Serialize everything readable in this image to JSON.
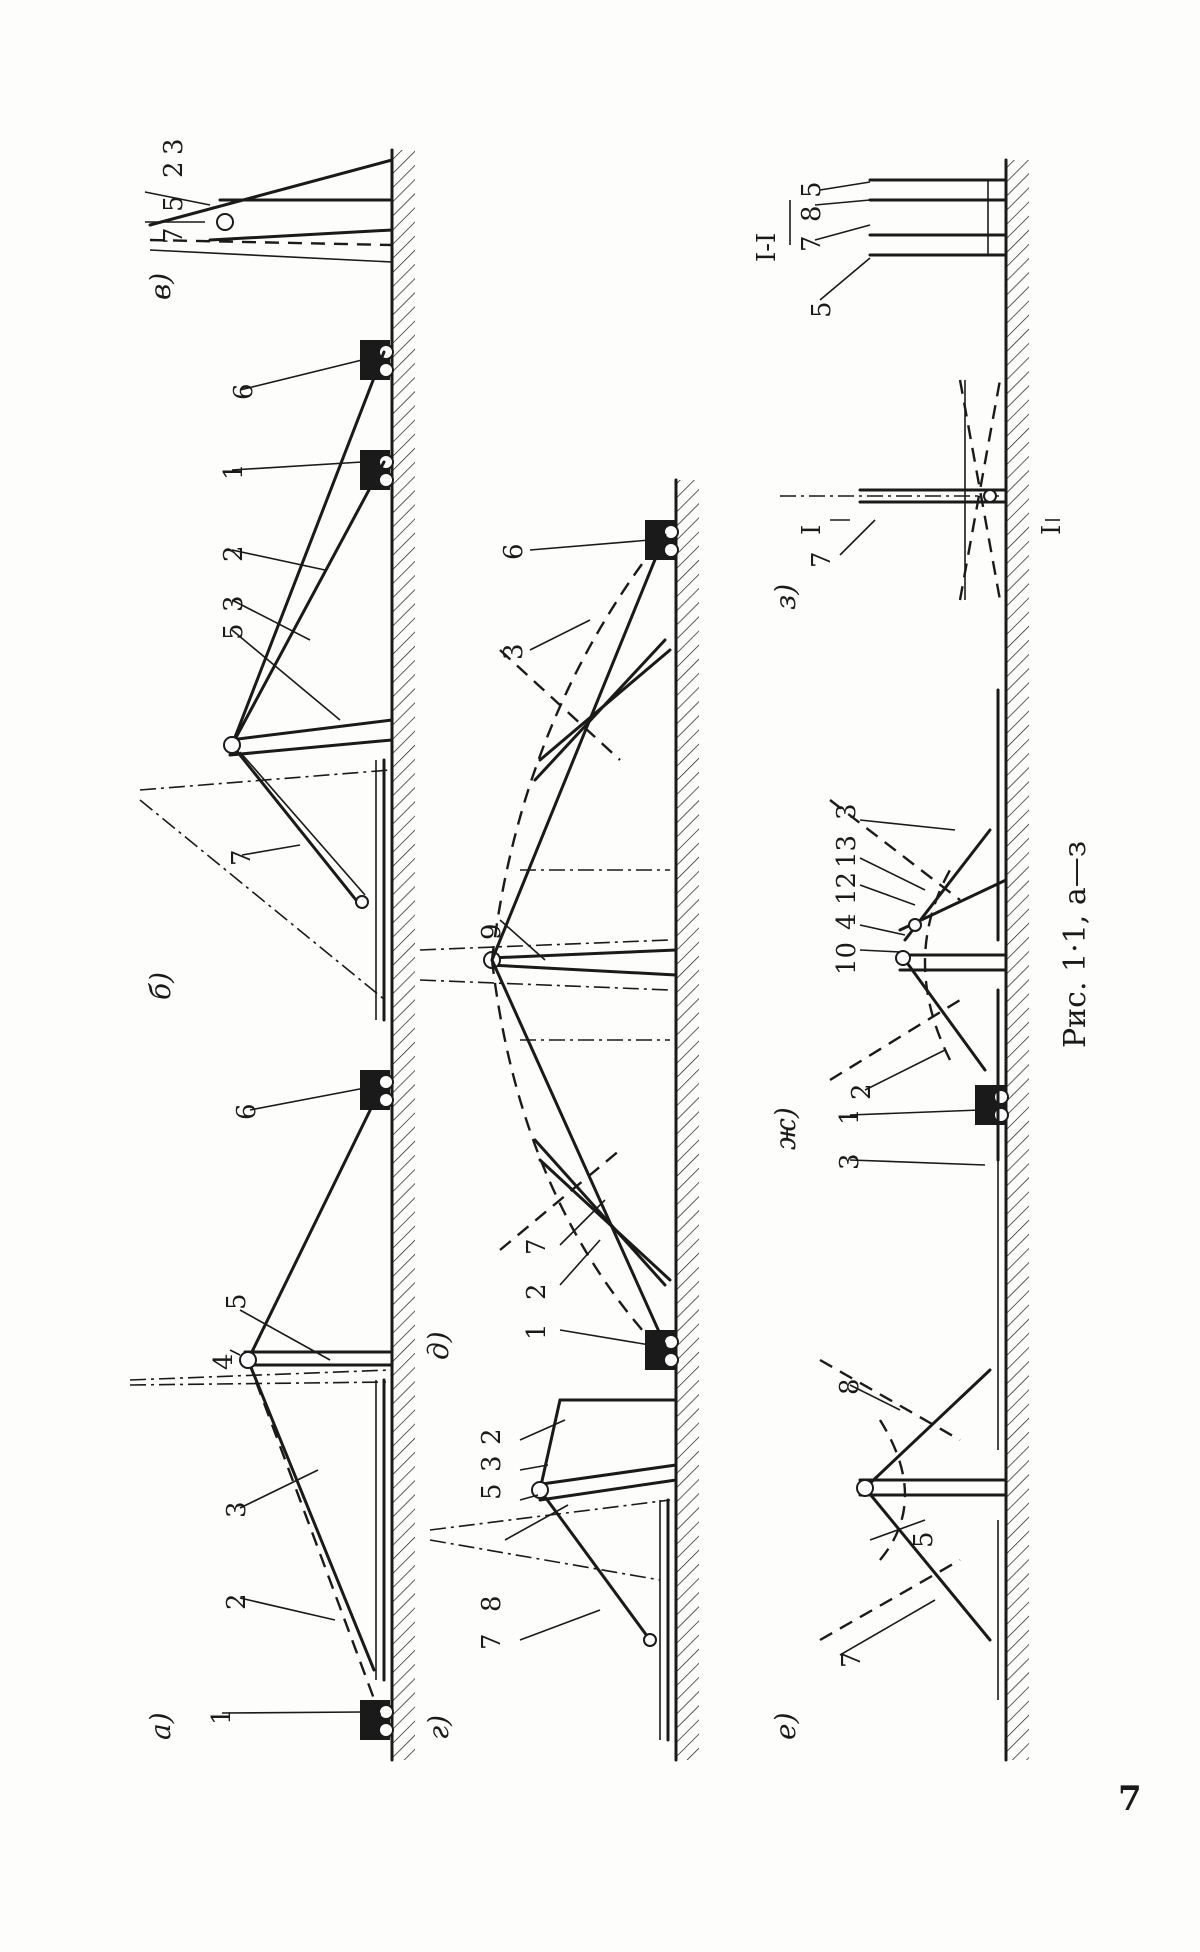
{
  "figure": {
    "caption": "Рис. 1·1, а—з",
    "page_number": "7",
    "panels": {
      "a": {
        "label": "а)",
        "numbers": [
          "1",
          "2",
          "3",
          "4",
          "5",
          "6"
        ]
      },
      "b": {
        "label": "б)",
        "numbers": [
          "7",
          "5",
          "3",
          "2",
          "1",
          "6"
        ]
      },
      "v": {
        "label": "в)",
        "numbers": [
          "7",
          "5",
          "2",
          "3"
        ]
      },
      "g": {
        "label": "г)",
        "numbers": [
          "7",
          "8",
          "5",
          "3",
          "2"
        ]
      },
      "d": {
        "label": "д)",
        "numbers": [
          "1",
          "2",
          "7",
          "9",
          "3",
          "6"
        ]
      },
      "e": {
        "label": "е)",
        "numbers": [
          "7",
          "5",
          "8",
          "3",
          "1"
        ]
      },
      "zh": {
        "label": "ж)",
        "numbers": [
          "2",
          "10",
          "4",
          "12",
          "13",
          "3"
        ]
      },
      "z": {
        "label": "з)",
        "numbers": [
          "7",
          "I",
          "I"
        ],
        "section": "I-I",
        "section_numbers": [
          "5",
          "7",
          "8",
          "5"
        ]
      }
    }
  }
}
